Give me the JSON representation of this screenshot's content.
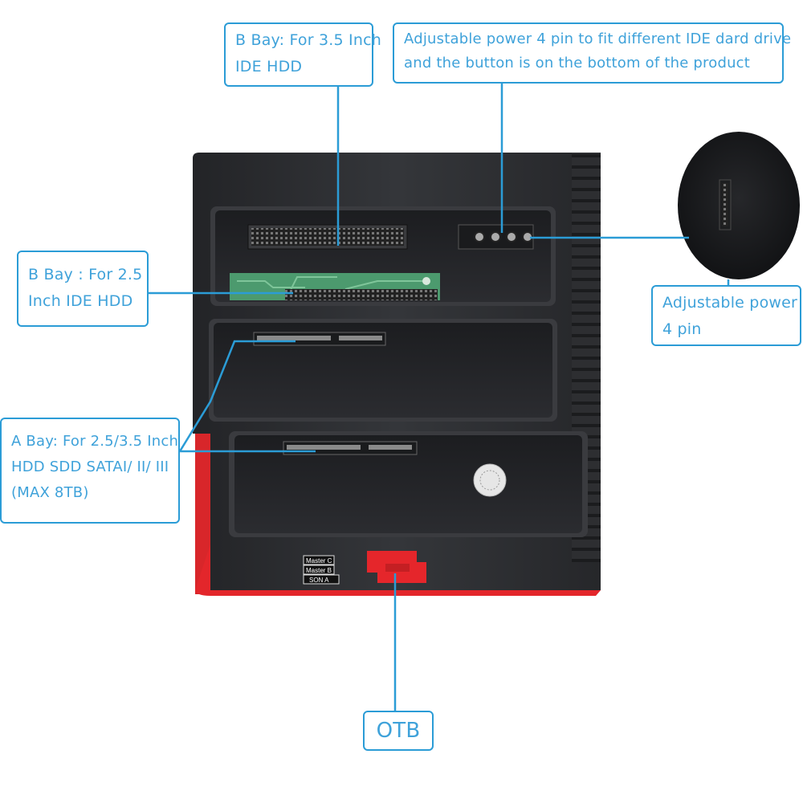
{
  "callouts": {
    "b_bay_35": {
      "line1": "B Bay: For 3.5 Inch",
      "line2": "IDE HDD"
    },
    "adjustable_power_desc": {
      "line1": "Adjustable power 4 pin to fit different IDE dard drive",
      "line2": "and the button is on the bottom of the product"
    },
    "b_bay_25": {
      "line1": "B Bay : For 2.5",
      "line2": "Inch IDE HDD"
    },
    "adjustable_power": {
      "line1": "Adjustable power",
      "line2": "4 pin"
    },
    "a_bay": {
      "line1": "A Bay: For 2.5/3.5 Inch",
      "line2": "HDD SDD SATAI/ II/ III",
      "line3": "(MAX 8TB)"
    },
    "otb": {
      "label": "OTB"
    }
  },
  "device": {
    "switch_labels": [
      "Master C",
      "Master B",
      "SON A"
    ]
  },
  "colors": {
    "callout_border": "#2b9cd6",
    "callout_text": "#3fa2da",
    "body_dark": "#2a2b2e",
    "accent_red": "#e8262a",
    "pcb_green": "#4c9a6e"
  }
}
